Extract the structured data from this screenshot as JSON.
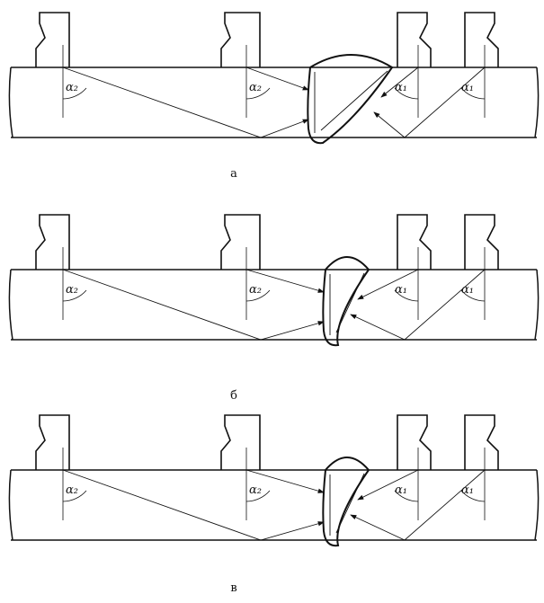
{
  "panels": [
    {
      "label": "а",
      "variant": "a"
    },
    {
      "label": "б",
      "variant": "b"
    },
    {
      "label": "в",
      "variant": "v"
    }
  ],
  "angle_labels": {
    "alpha2": "α₂",
    "alpha1": "α₁"
  }
}
